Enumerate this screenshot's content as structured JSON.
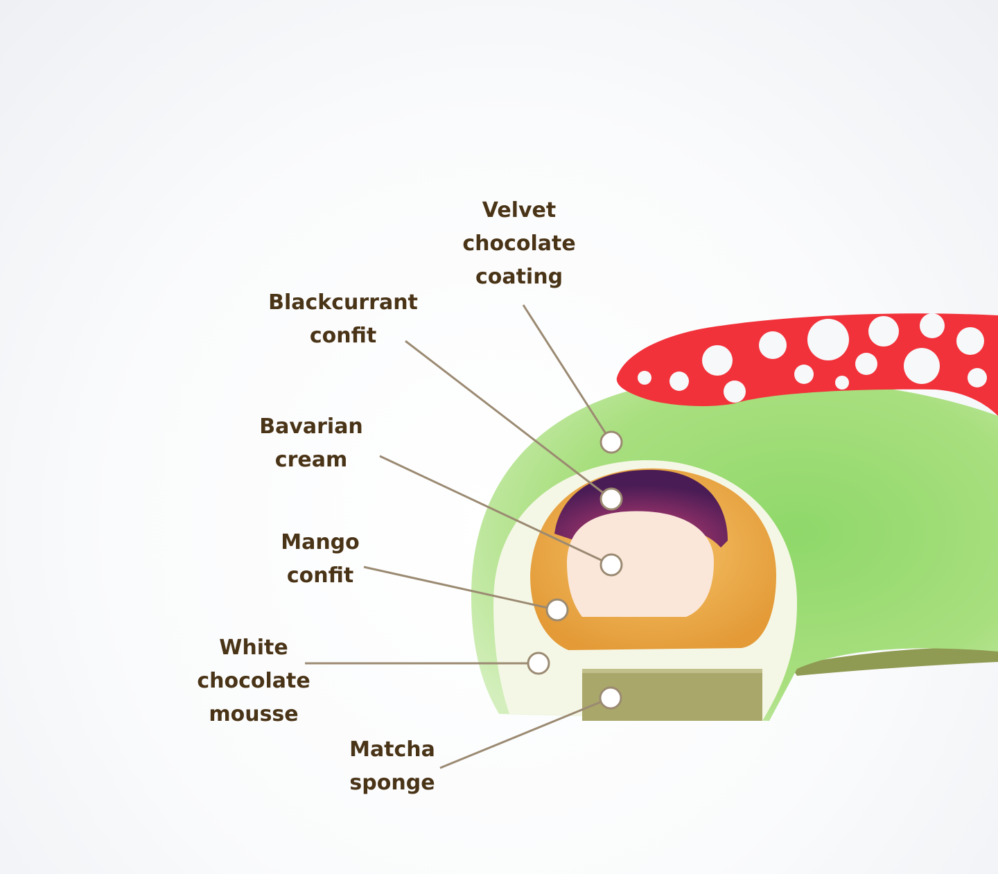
{
  "diagram": {
    "colors": {
      "label_text": "#4a3417",
      "leader_line": "#9b8a72",
      "marker_fill": "#ffffff",
      "coating": "#a9df7f",
      "lace": "#f2323a",
      "blackcurrant": "#7c2a62",
      "bavarian_cream": "#fbe7da",
      "mango": "#e9a446",
      "white_mousse": "#f5f7e6",
      "matcha_sponge": "#a9a76a"
    },
    "layers": [
      {
        "id": "velvet-chocolate-coating",
        "lines": [
          "Velvet",
          "chocolate",
          "coating"
        ]
      },
      {
        "id": "blackcurrant-confit",
        "lines": [
          "Blackcurrant",
          "confit"
        ]
      },
      {
        "id": "bavarian-cream",
        "lines": [
          "Bavarian",
          "cream"
        ]
      },
      {
        "id": "mango-confit",
        "lines": [
          "Mango",
          "confit"
        ]
      },
      {
        "id": "white-chocolate-mousse",
        "lines": [
          "White",
          "chocolate",
          "mousse"
        ]
      },
      {
        "id": "matcha-sponge",
        "lines": [
          "Matcha",
          "sponge"
        ]
      }
    ]
  }
}
